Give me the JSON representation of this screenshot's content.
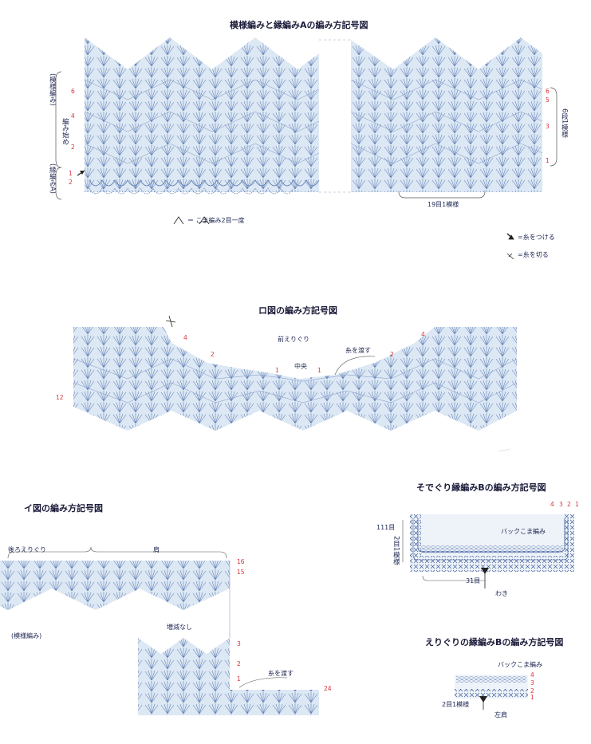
{
  "colors": {
    "fill": "#dce8f4",
    "stitch": "#4b6ba4",
    "ink": "#1b1b3a",
    "row_marker": "#d8333b"
  },
  "diagram_a": {
    "title": "模様編みと縁編みAの編み方記号図",
    "label_pattern": "(模様編み)",
    "label_start": "編み始め",
    "label_edge": "(縁編みA)",
    "rows_left": [
      "6",
      "4",
      "2",
      "1",
      "2"
    ],
    "rows_right": [
      "6",
      "5",
      "3",
      "1"
    ],
    "repeat_rows": "6段1模様",
    "repeat_stitches": "19目1模様",
    "legend_decrease": "＝ こま編み2目一度",
    "legend_attach": "=糸をつける",
    "legend_cut": "=糸を切る"
  },
  "diagram_ro": {
    "title": "ロ図の編み方記号図",
    "label_front_neck": "前えりぐり",
    "label_center": "中央",
    "label_carry": "糸を渡す",
    "rows": [
      "4",
      "2",
      "1",
      "1",
      "2",
      "4",
      "12"
    ]
  },
  "diagram_i": {
    "title": "イ図の編み方記号図",
    "label_back_neck": "後ろえりぐり",
    "label_shoulder": "肩",
    "label_pattern": "(模様編み)",
    "label_no_shaping": "増減なし",
    "label_carry": "糸を渡す",
    "rows": [
      "16",
      "15",
      "3",
      "2",
      "1",
      "24"
    ]
  },
  "diagram_sleeve": {
    "title": "そでぐり縁編みBの編み方記号図",
    "label_stitches": "111目",
    "label_repeat": "2目1模様",
    "label_back_sc": "バックこま編み",
    "label_count": "31目",
    "label_side": "わき",
    "rows": [
      "4",
      "3",
      "2",
      "1"
    ]
  },
  "diagram_neck": {
    "title": "えりぐりの縁編みBの編み方記号図",
    "label_back_sc": "バックこま編み",
    "label_repeat": "2目1模様",
    "label_shoulder": "左肩",
    "rows": [
      "4",
      "3",
      "2",
      "1"
    ]
  }
}
